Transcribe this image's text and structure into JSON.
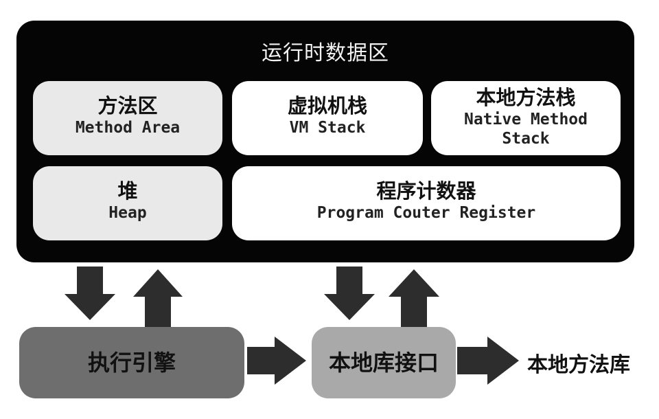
{
  "runtime_area": {
    "title": "运行时数据区",
    "method_area": {
      "cn": "方法区",
      "en": "Method Area"
    },
    "vm_stack": {
      "cn": "虚拟机栈",
      "en": "VM Stack"
    },
    "native_method_stack": {
      "cn": "本地方法栈",
      "en_line1": "Native Method",
      "en_line2": "Stack"
    },
    "heap": {
      "cn": "堆",
      "en": "Heap"
    },
    "program_counter": {
      "cn": "程序计数器",
      "en": "Program Couter Register"
    }
  },
  "execution_engine": {
    "label": "执行引擎"
  },
  "native_interface": {
    "label": "本地库接口"
  },
  "native_library": {
    "label": "本地方法库"
  },
  "colors": {
    "runtime_bg": "#050505",
    "box_white": "#ffffff",
    "box_shaded": "#e9e9e9",
    "engine_gray": "#6e6e6e",
    "interface_gray": "#a9a9a9",
    "arrow": "#2d2d2d"
  }
}
